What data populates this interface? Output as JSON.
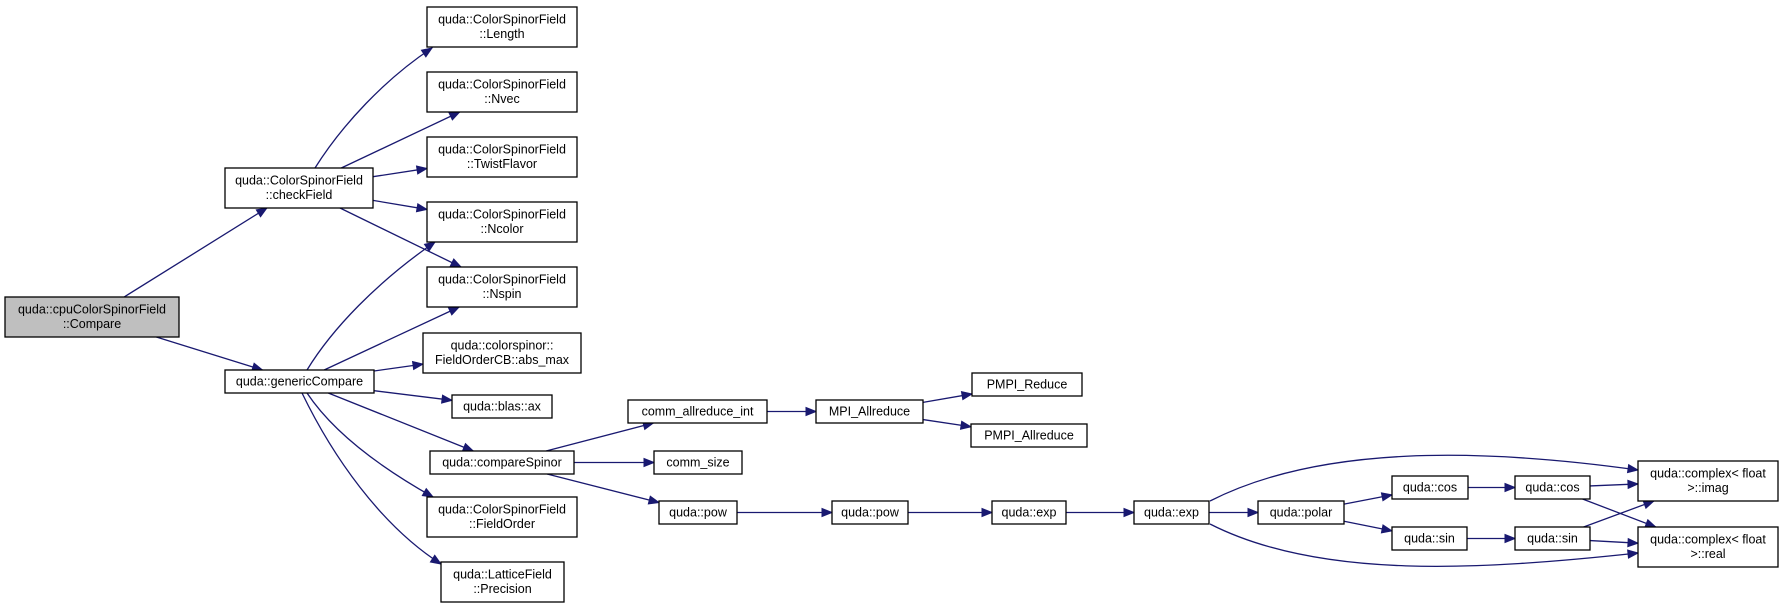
{
  "graph": {
    "nodes": [
      {
        "id": "root",
        "lines": [
          "quda::cpuColorSpinorField",
          "::Compare"
        ],
        "highlighted": true
      },
      {
        "id": "checkField",
        "lines": [
          "quda::ColorSpinorField",
          "::checkField"
        ]
      },
      {
        "id": "genericCompare",
        "lines": [
          "quda::genericCompare"
        ]
      },
      {
        "id": "length",
        "lines": [
          "quda::ColorSpinorField",
          "::Length"
        ]
      },
      {
        "id": "nvec",
        "lines": [
          "quda::ColorSpinorField",
          "::Nvec"
        ]
      },
      {
        "id": "twistFlavor",
        "lines": [
          "quda::ColorSpinorField",
          "::TwistFlavor"
        ]
      },
      {
        "id": "ncolor",
        "lines": [
          "quda::ColorSpinorField",
          "::Ncolor"
        ]
      },
      {
        "id": "nspin",
        "lines": [
          "quda::ColorSpinorField",
          "::Nspin"
        ]
      },
      {
        "id": "absMax",
        "lines": [
          "quda::colorspinor::",
          "FieldOrderCB::abs_max"
        ]
      },
      {
        "id": "blasAx",
        "lines": [
          "quda::blas::ax"
        ]
      },
      {
        "id": "compareSpinor",
        "lines": [
          "quda::compareSpinor"
        ]
      },
      {
        "id": "fieldOrder",
        "lines": [
          "quda::ColorSpinorField",
          "::FieldOrder"
        ]
      },
      {
        "id": "precision",
        "lines": [
          "quda::LatticeField",
          "::Precision"
        ]
      },
      {
        "id": "commAllreduceInt",
        "lines": [
          "comm_allreduce_int"
        ]
      },
      {
        "id": "commSize",
        "lines": [
          "comm_size"
        ]
      },
      {
        "id": "pow1",
        "lines": [
          "quda::pow"
        ]
      },
      {
        "id": "mpiAllreduce",
        "lines": [
          "MPI_Allreduce"
        ]
      },
      {
        "id": "pmpiReduce",
        "lines": [
          "PMPI_Reduce"
        ]
      },
      {
        "id": "pmpiAllreduce",
        "lines": [
          "PMPI_Allreduce"
        ]
      },
      {
        "id": "pow2",
        "lines": [
          "quda::pow"
        ]
      },
      {
        "id": "exp1",
        "lines": [
          "quda::exp"
        ]
      },
      {
        "id": "exp2",
        "lines": [
          "quda::exp"
        ]
      },
      {
        "id": "polar",
        "lines": [
          "quda::polar"
        ]
      },
      {
        "id": "cos1",
        "lines": [
          "quda::cos"
        ]
      },
      {
        "id": "sin1",
        "lines": [
          "quda::sin"
        ]
      },
      {
        "id": "cos2",
        "lines": [
          "quda::cos"
        ]
      },
      {
        "id": "sin2",
        "lines": [
          "quda::sin"
        ]
      },
      {
        "id": "imag",
        "lines": [
          "quda::complex< float",
          ">::imag"
        ]
      },
      {
        "id": "real",
        "lines": [
          "quda::complex< float",
          ">::real"
        ]
      }
    ],
    "edges": [
      [
        "root",
        "checkField"
      ],
      [
        "root",
        "genericCompare"
      ],
      [
        "checkField",
        "length"
      ],
      [
        "checkField",
        "nvec"
      ],
      [
        "checkField",
        "twistFlavor"
      ],
      [
        "checkField",
        "ncolor"
      ],
      [
        "checkField",
        "nspin"
      ],
      [
        "genericCompare",
        "ncolor"
      ],
      [
        "genericCompare",
        "nspin"
      ],
      [
        "genericCompare",
        "absMax"
      ],
      [
        "genericCompare",
        "blasAx"
      ],
      [
        "genericCompare",
        "compareSpinor"
      ],
      [
        "genericCompare",
        "fieldOrder"
      ],
      [
        "genericCompare",
        "precision"
      ],
      [
        "compareSpinor",
        "commAllreduceInt"
      ],
      [
        "compareSpinor",
        "commSize"
      ],
      [
        "compareSpinor",
        "pow1"
      ],
      [
        "commAllreduceInt",
        "mpiAllreduce"
      ],
      [
        "mpiAllreduce",
        "pmpiReduce"
      ],
      [
        "mpiAllreduce",
        "pmpiAllreduce"
      ],
      [
        "pow1",
        "pow2"
      ],
      [
        "pow2",
        "exp1"
      ],
      [
        "exp1",
        "exp2"
      ],
      [
        "exp2",
        "polar"
      ],
      [
        "exp2",
        "imag"
      ],
      [
        "exp2",
        "real"
      ],
      [
        "polar",
        "cos1"
      ],
      [
        "polar",
        "sin1"
      ],
      [
        "cos1",
        "cos2"
      ],
      [
        "sin1",
        "sin2"
      ],
      [
        "cos2",
        "imag"
      ],
      [
        "cos2",
        "real"
      ],
      [
        "sin2",
        "imag"
      ],
      [
        "sin2",
        "real"
      ]
    ]
  }
}
